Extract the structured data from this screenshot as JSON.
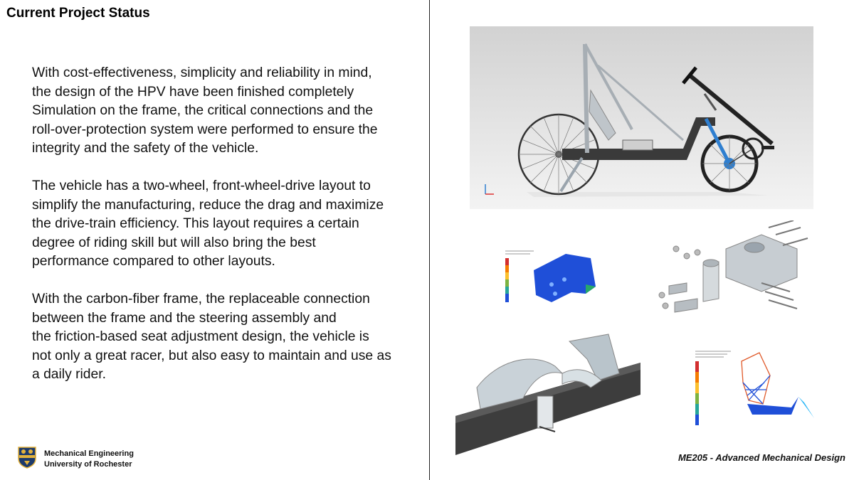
{
  "slide": {
    "title": "Current Project Status",
    "paragraphs": [
      [
        "With cost-effectiveness, simplicity and reliability in mind,",
        "the design of the HPV have been finished completely",
        "Simulation on the frame, the critical connections and the",
        "roll-over-protection system were performed to ensure the",
        "integrity and the safety of the vehicle."
      ],
      [
        "The vehicle has a two-wheel, front-wheel-drive layout to",
        "simplify the manufacturing, reduce the drag and maximize",
        "the drive-train efficiency. This layout requires a certain",
        "degree of riding skill but will also bring the best",
        "performance compared to other layouts."
      ],
      [
        "With the carbon-fiber frame, the replaceable connection",
        "between the frame and the steering assembly and",
        "the friction-based seat adjustment design, the vehicle is",
        "not only a great racer, but also easy to maintain and use as",
        "a daily rider."
      ]
    ]
  },
  "footer": {
    "dept_line1": "Mechanical Engineering",
    "dept_line2": "University of Rochester",
    "course": "ME205 - Advanced Mechanical Design"
  },
  "colors": {
    "frame_dark": "#3a3a3a",
    "steel": "#9aa4ad",
    "fork_blue": "#2f7fd0",
    "fea_blue": "#1f4fd8",
    "logo_navy": "#1d3a6b",
    "logo_gold": "#e3b23c"
  }
}
